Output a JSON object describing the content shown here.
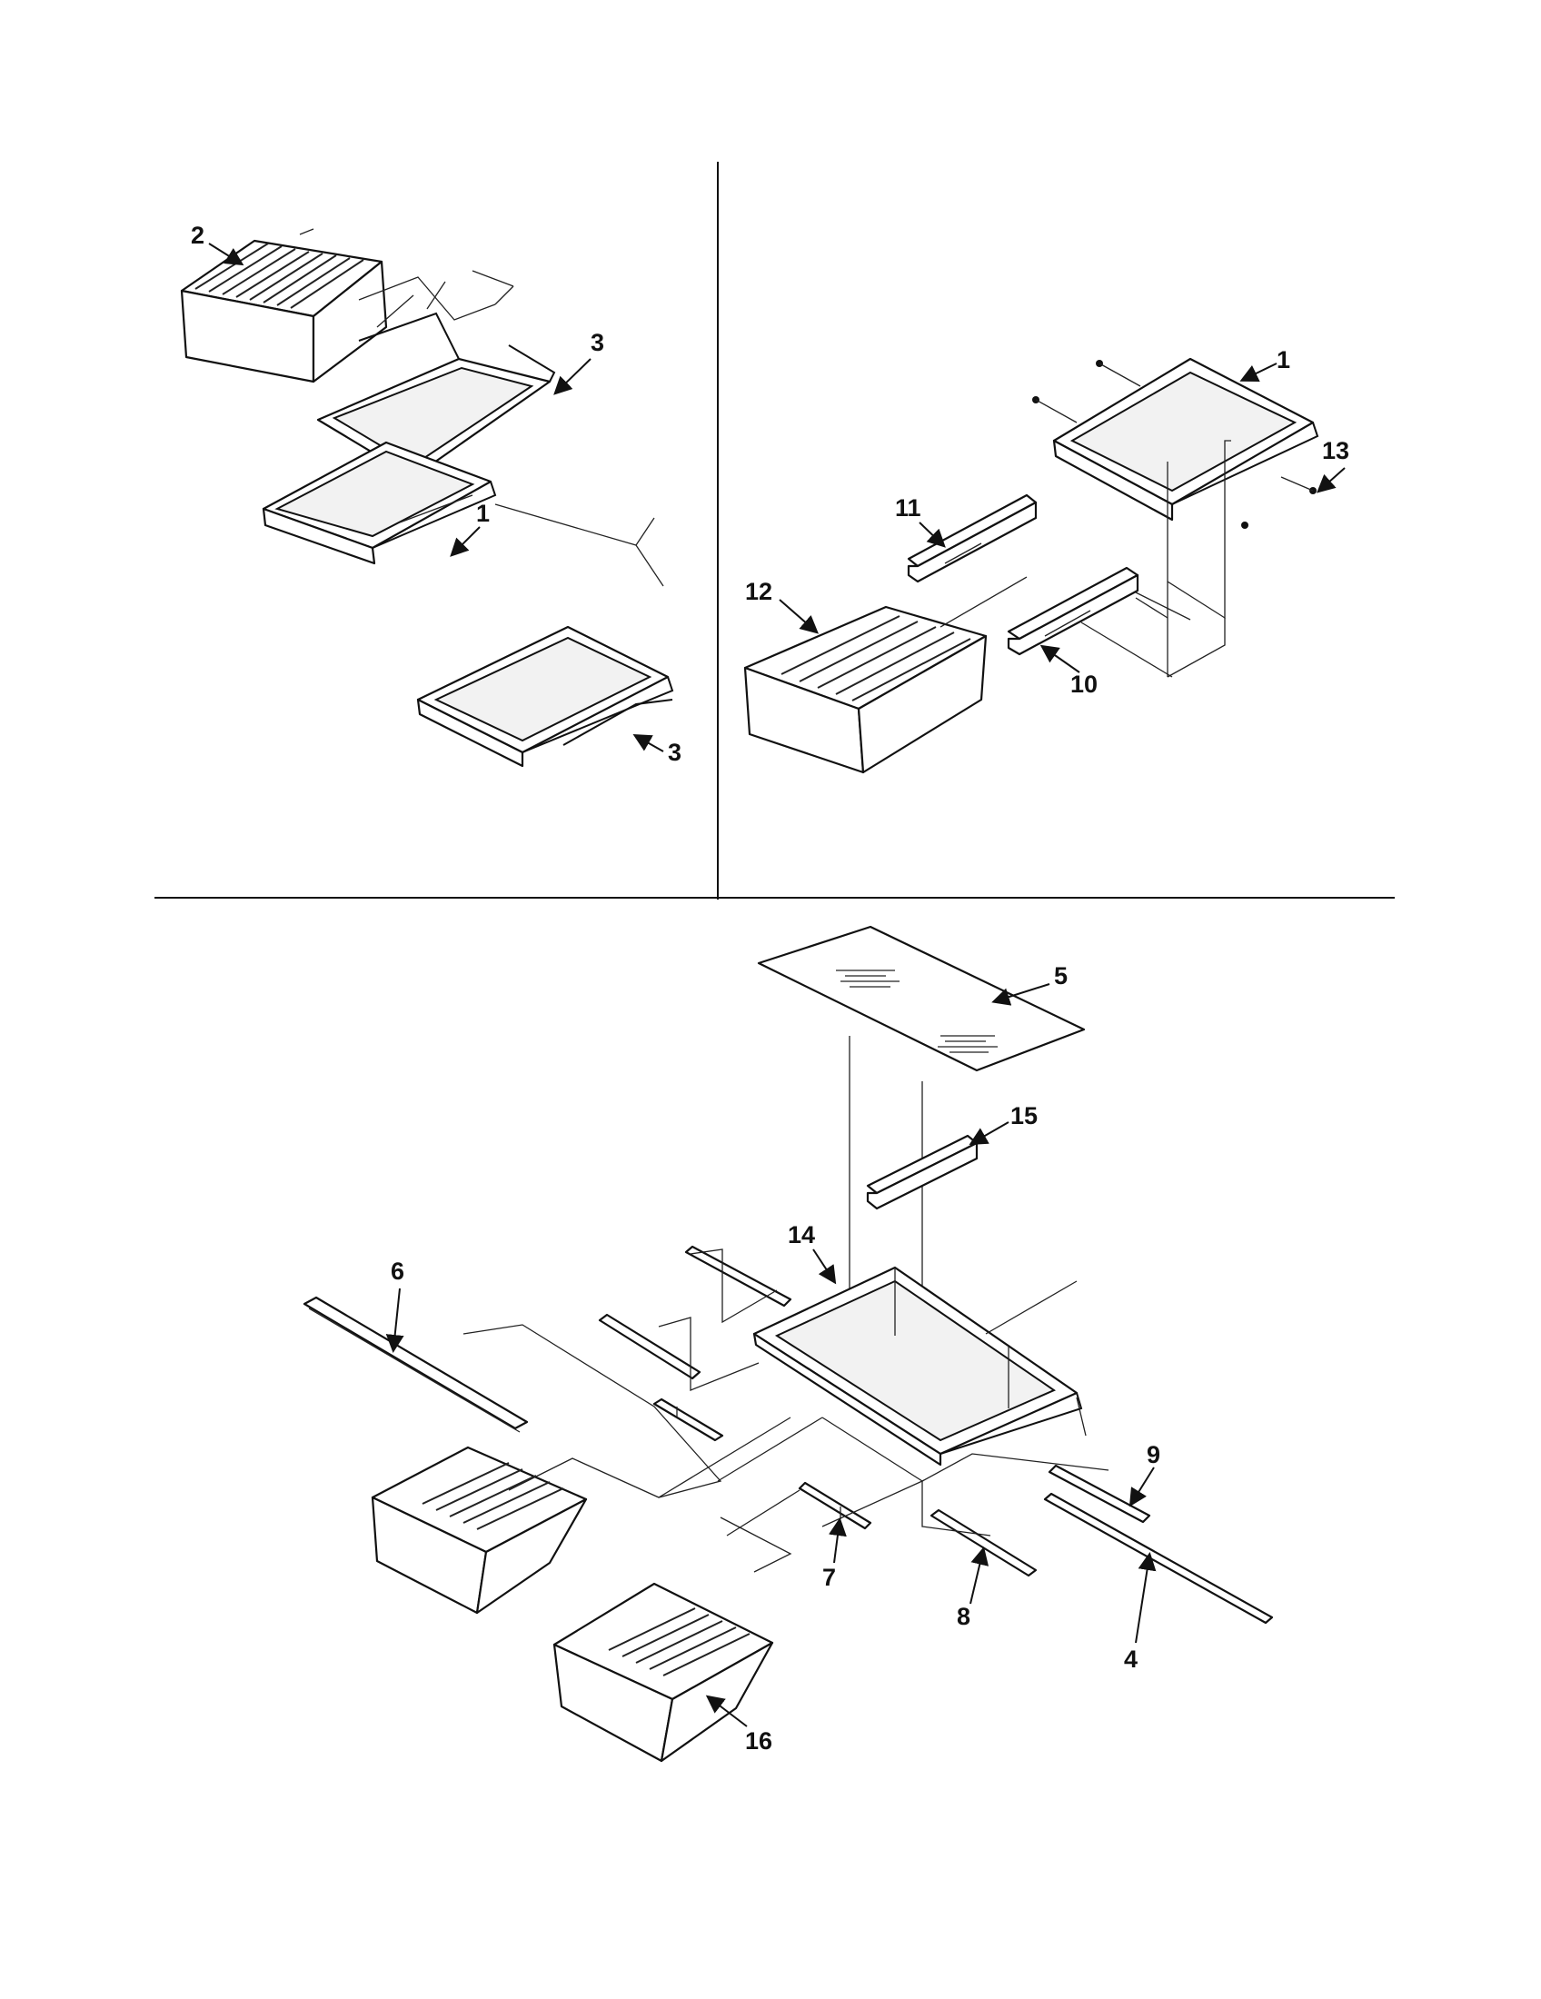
{
  "callouts": {
    "c1a": "1",
    "c1b": "1",
    "c2": "2",
    "c3a": "3",
    "c3b": "3",
    "c4": "4",
    "c5": "5",
    "c6": "6",
    "c7": "7",
    "c8": "8",
    "c9": "9",
    "c10": "10",
    "c11": "11",
    "c12": "12",
    "c13": "13",
    "c14": "14",
    "c15": "15",
    "c16": "16"
  }
}
